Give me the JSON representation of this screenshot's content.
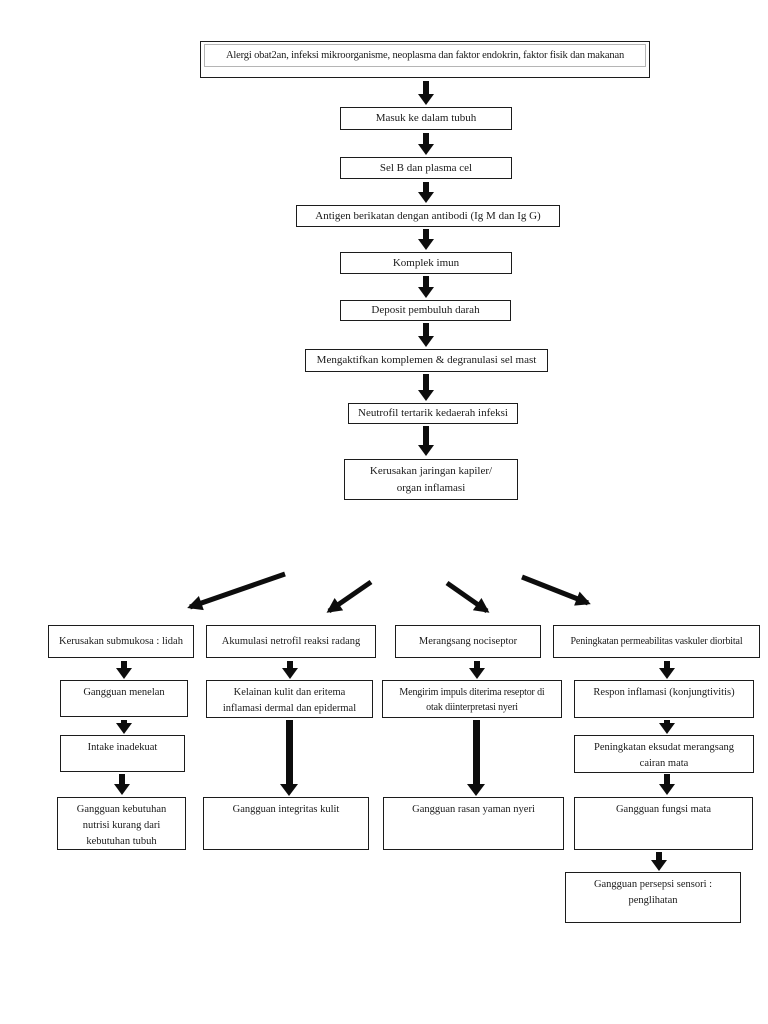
{
  "flowchart": {
    "main_chain": [
      "Alergi obat2an, infeksi mikroorganisme, neoplasma dan faktor endokrin, faktor fisik dan makanan",
      "Masuk ke dalam tubuh",
      "Sel B dan plasma cel",
      "Antigen berikatan dengan antibodi (Ig M dan Ig G)",
      "Komplek imun",
      "Deposit pembuluh darah",
      "Mengaktifkan komplemen & degranulasi sel mast",
      "Neutrofil tertarik kedaerah infeksi",
      "Kerusakan jaringan kapiler/\norgan inflamasi"
    ],
    "branches": [
      {
        "name": "kerusakan-submukosa",
        "steps": [
          "Kerusakan submukosa : lidah",
          "Gangguan menelan",
          "Intake inadekuat",
          "Gangguan kebutuhan\nnutrisi kurang dari\nkebutuhan tubuh"
        ]
      },
      {
        "name": "akumulasi-netrofil",
        "steps": [
          "Akumulasi netrofil reaksi radang",
          "Kelainan kulit dan eritema\ninflamasi dermal dan epidermal",
          "Gangguan integritas kulit"
        ]
      },
      {
        "name": "merangsang-nociseptor",
        "steps": [
          "Merangsang nociseptor",
          "Mengirim impuls diterima reseptor di\notak diinterpretasi nyeri",
          "Gangguan rasan yaman nyeri"
        ]
      },
      {
        "name": "peningkatan-permeabilitas",
        "steps": [
          "Peningkatan permeabilitas vaskuler diorbital",
          "Respon inflamasi  (konjungtivitis)",
          "Peningkatan eksudat merangsang\ncairan mata",
          "Gangguan fungsi mata",
          "Gangguan persepsi sensori :\npenglihatan"
        ]
      }
    ],
    "arrow_color": "#0d0d0d"
  }
}
